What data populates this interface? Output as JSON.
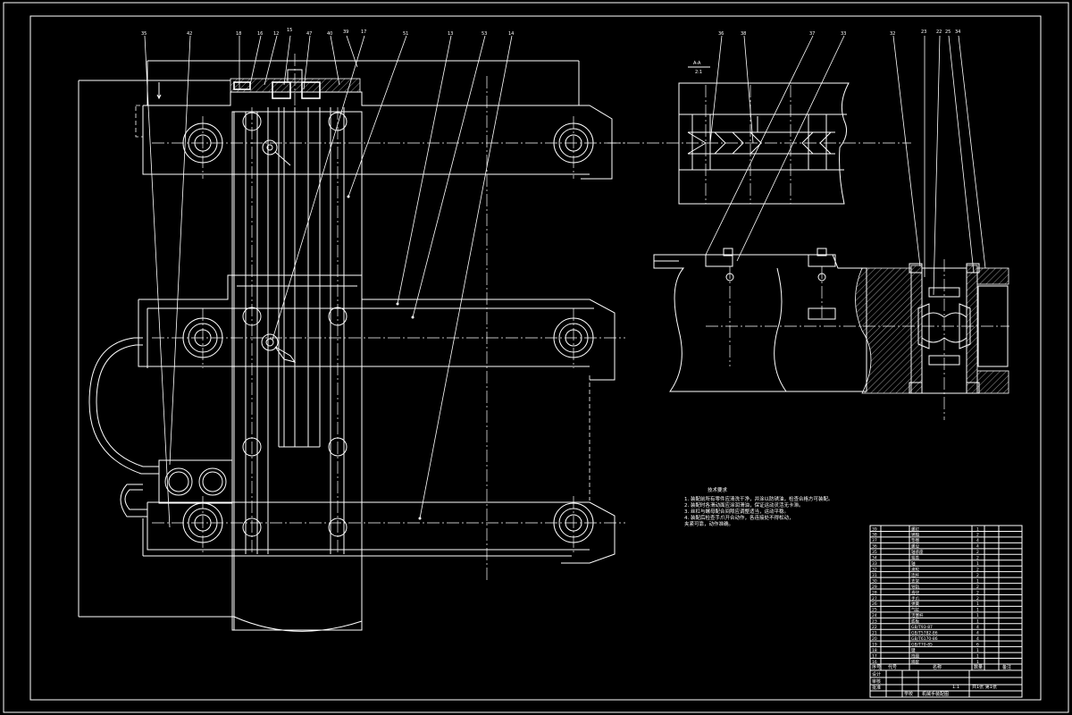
{
  "drawing": {
    "background": "#000000",
    "line_color": "#ffffff",
    "part_labels_left": [
      "35",
      "42",
      "18",
      "16",
      "12",
      "15",
      "47",
      "40",
      "39",
      "17",
      "51",
      "13",
      "53",
      "14"
    ],
    "part_labels_right": [
      "36",
      "38",
      "37",
      "33",
      "32",
      "23",
      "22",
      "25",
      "34"
    ],
    "section_label": "A-A",
    "scale_label": "2:1",
    "notes_title": "技术要求",
    "notes": [
      "1. 装配前所有零件应清洗干净，并涂以防锈油，检查合格方可装配。",
      "2. 装配时各滑动面应涂润滑油，保证运动灵活无卡滞。",
      "3. 丝杠与螺母配合间隙应调整适当，运动平稳。",
      "4. 装配后检查手爪开合动作，各连接处不得松动，",
      "   夹紧可靠，动作准确。"
    ],
    "bom_rows": [
      {
        "no": "39",
        "name": "螺钉",
        "qty": "1"
      },
      {
        "no": "38",
        "name": "销轴",
        "qty": "2"
      },
      {
        "no": "37",
        "name": "垫圈",
        "qty": "4"
      },
      {
        "no": "36",
        "name": "螺母",
        "qty": "4"
      },
      {
        "no": "35",
        "name": "轴承座",
        "qty": "2"
      },
      {
        "no": "34",
        "name": "端盖",
        "qty": "2"
      },
      {
        "no": "33",
        "name": "轴",
        "qty": "1"
      },
      {
        "no": "32",
        "name": "滚轮",
        "qty": "2"
      },
      {
        "no": "31",
        "name": "连杆",
        "qty": "2"
      },
      {
        "no": "30",
        "name": "支架",
        "qty": "1"
      },
      {
        "no": "29",
        "name": "导轨",
        "qty": "2"
      },
      {
        "no": "28",
        "name": "滑块",
        "qty": "2"
      },
      {
        "no": "27",
        "name": "手爪",
        "qty": "2"
      },
      {
        "no": "26",
        "name": "弹簧",
        "qty": "1"
      },
      {
        "no": "25",
        "name": "气缸",
        "qty": "1"
      },
      {
        "no": "24",
        "name": "活塞杆",
        "qty": "1"
      },
      {
        "no": "23",
        "name": "底板",
        "qty": "1"
      },
      {
        "no": "22",
        "name": "GB/T93-87",
        "qty": "4"
      },
      {
        "no": "21",
        "name": "GB/T5782-86",
        "qty": "4"
      },
      {
        "no": "20",
        "name": "GB/T6170-86",
        "qty": "4"
      },
      {
        "no": "19",
        "name": "GB/T70-85",
        "qty": "6"
      },
      {
        "no": "18",
        "name": "键",
        "qty": "1"
      },
      {
        "no": "17",
        "name": "挡圈",
        "qty": "1"
      },
      {
        "no": "16",
        "name": "隔套",
        "qty": "1"
      }
    ],
    "bom_header": {
      "no": "序号",
      "code": "代号",
      "name": "名称",
      "qty": "数量",
      "note": "备注"
    },
    "title_block": {
      "title": "机械手装配图",
      "scale": "1:1",
      "sheet": "共1张 第1张",
      "design": "设计",
      "check": "审核",
      "approve": "批准",
      "school": "学校"
    }
  }
}
